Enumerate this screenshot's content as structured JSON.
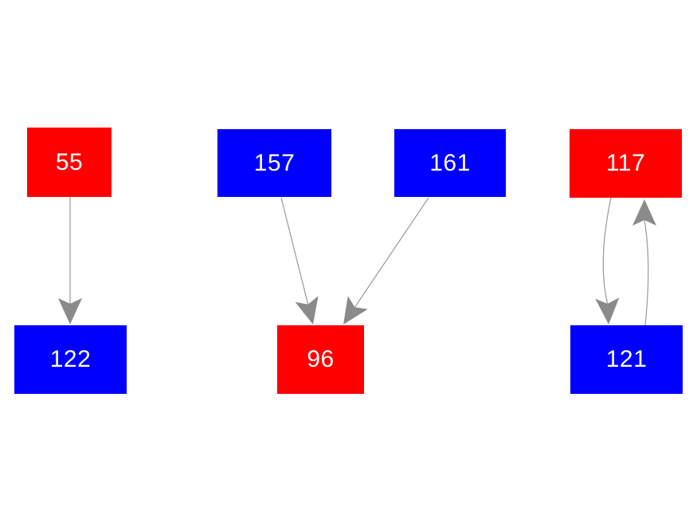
{
  "diagram": {
    "background": "#ffffff",
    "node_text_color": "#ffffff",
    "edge_line_color": "#999999",
    "edge_arrow_color": "#8a8a8a",
    "colors": {
      "red": "#ff0000",
      "blue": "#0000ff"
    },
    "nodes": [
      {
        "id": "55",
        "label": "55",
        "color": "#ff0000"
      },
      {
        "id": "157",
        "label": "157",
        "color": "#0000ff"
      },
      {
        "id": "161",
        "label": "161",
        "color": "#0000ff"
      },
      {
        "id": "117",
        "label": "117",
        "color": "#ff0000"
      },
      {
        "id": "122",
        "label": "122",
        "color": "#0000ff"
      },
      {
        "id": "96",
        "label": "96",
        "color": "#ff0000"
      },
      {
        "id": "121",
        "label": "121",
        "color": "#0000ff"
      }
    ],
    "edges": [
      {
        "from": "55",
        "to": "122",
        "shape": "straight"
      },
      {
        "from": "157",
        "to": "96",
        "shape": "straight"
      },
      {
        "from": "161",
        "to": "96",
        "shape": "straight"
      },
      {
        "from": "117",
        "to": "121",
        "shape": "curved"
      },
      {
        "from": "121",
        "to": "117",
        "shape": "curved"
      }
    ]
  }
}
